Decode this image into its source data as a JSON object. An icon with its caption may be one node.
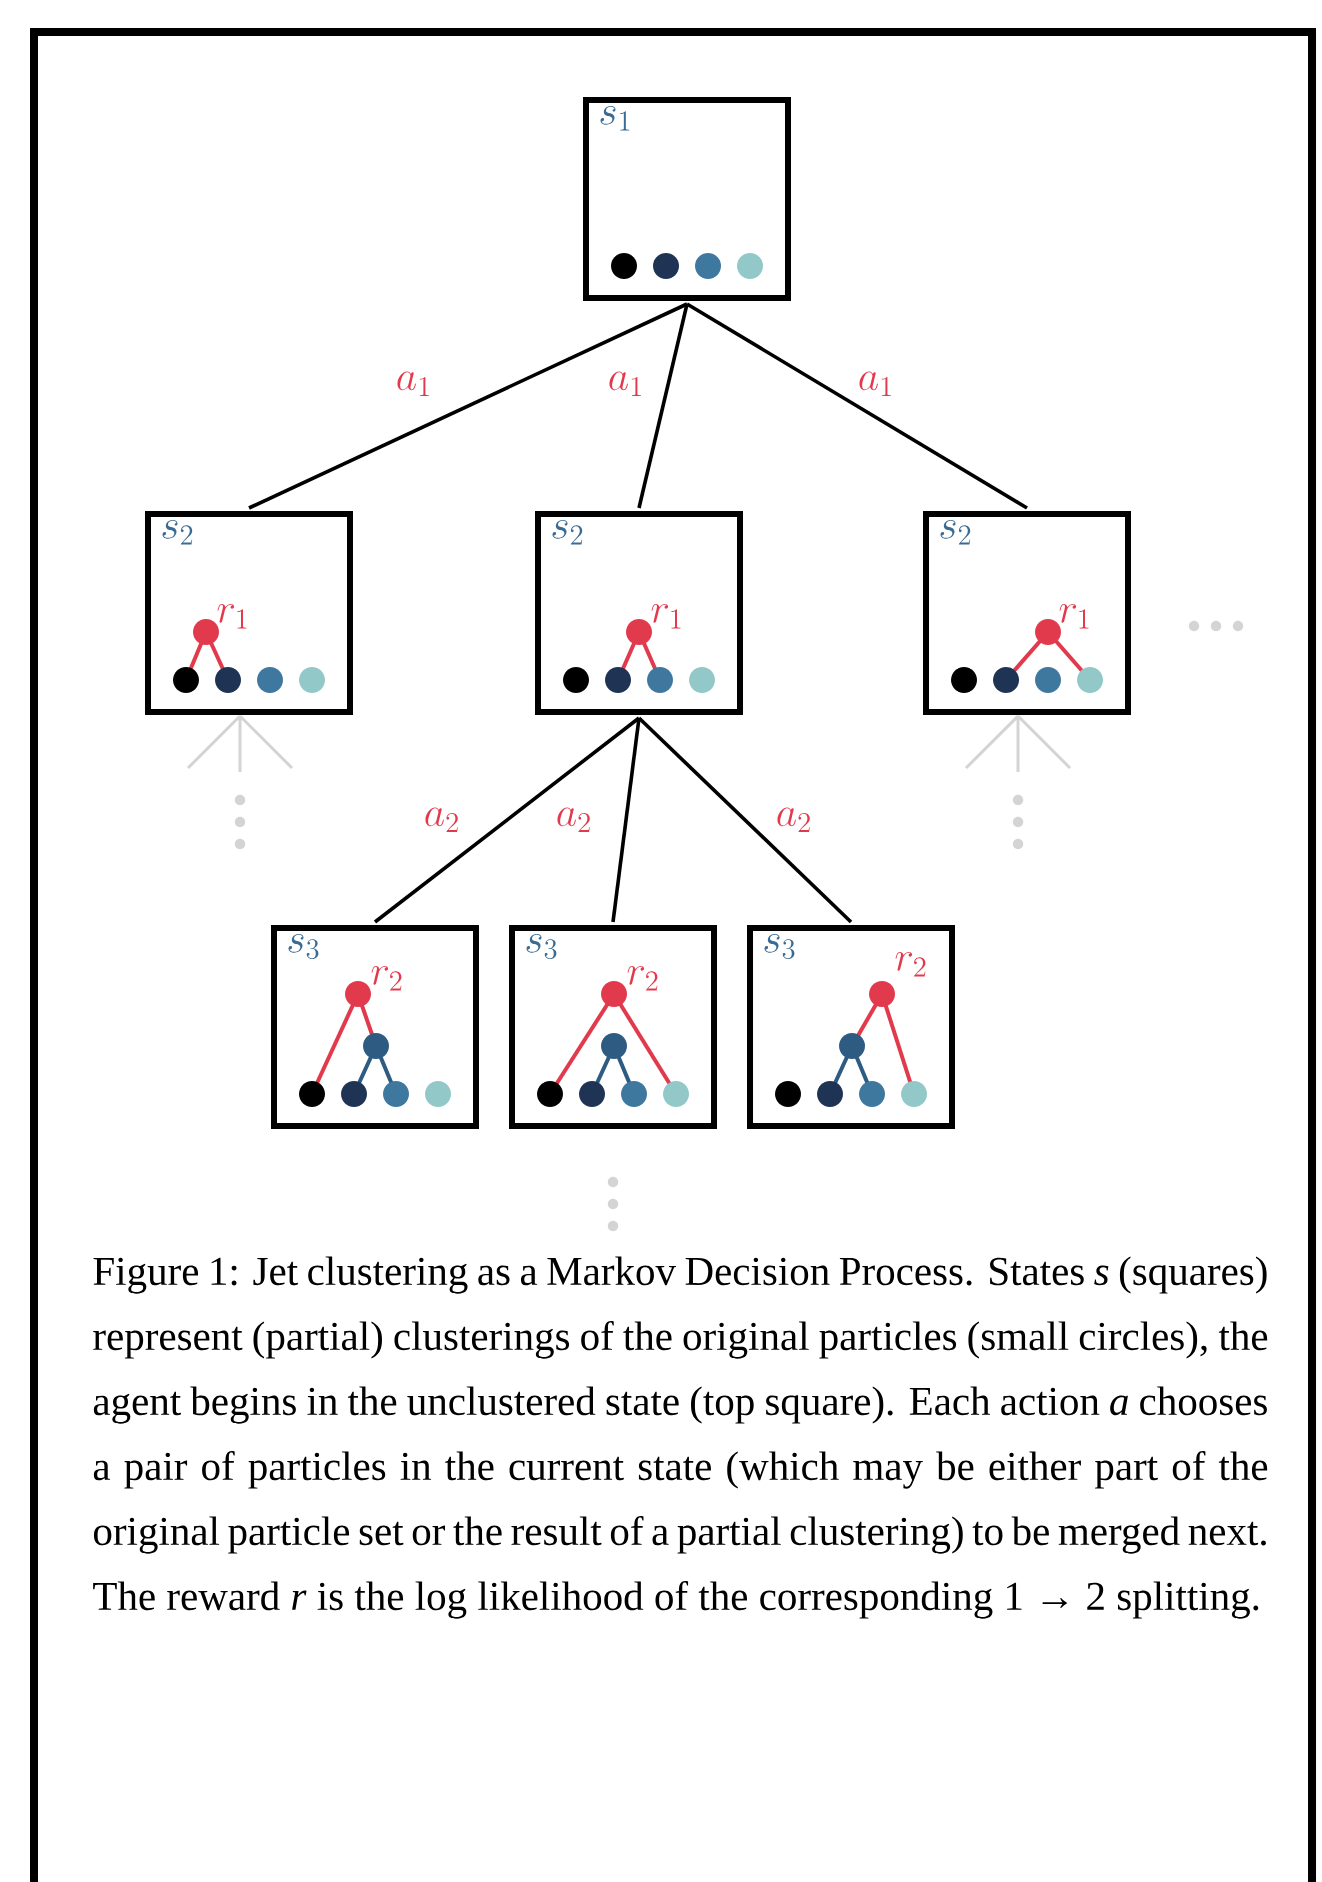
{
  "diagram": {
    "caption": "Figure 1: Jet clustering as a Markov Decision Process. States *s* (squares) represent (partial) clusterings of the original particles (small circles), the agent begins in the unclustered state (top square). Each action *a* chooses a pair of particles in the current state (which may be either part of the original particle set or the result of a partial clustering) to be merged next. The reward *r* is the log likelihood of the corresponding 1 → 2 splitting.",
    "nodes": [
      {
        "text": [
          "s_1"
        ]
      },
      {
        "text": [
          "s_2",
          "r_1"
        ]
      },
      {
        "text": [
          "s_2",
          "r_1"
        ]
      },
      {
        "text": [
          "s_2",
          "r_1"
        ]
      },
      {
        "text": [
          "s_3",
          "r_2"
        ]
      },
      {
        "text": [
          "s_3",
          "r_2"
        ]
      },
      {
        "text": [
          "s_3",
          "r_2"
        ]
      }
    ],
    "edges": [
      {
        "from": 0,
        "to": 1,
        "arrow": "none",
        "label": "a_1"
      },
      {
        "from": 0,
        "to": 2,
        "arrow": "none",
        "label": "a_1"
      },
      {
        "from": 0,
        "to": 3,
        "arrow": "none",
        "label": "a_1"
      },
      {
        "from": 2,
        "to": 4,
        "arrow": "none",
        "label": "a_2"
      },
      {
        "from": 2,
        "to": 5,
        "arrow": "none",
        "label": "a_2"
      },
      {
        "from": 2,
        "to": 6,
        "arrow": "none",
        "label": "a_2"
      }
    ]
  }
}
